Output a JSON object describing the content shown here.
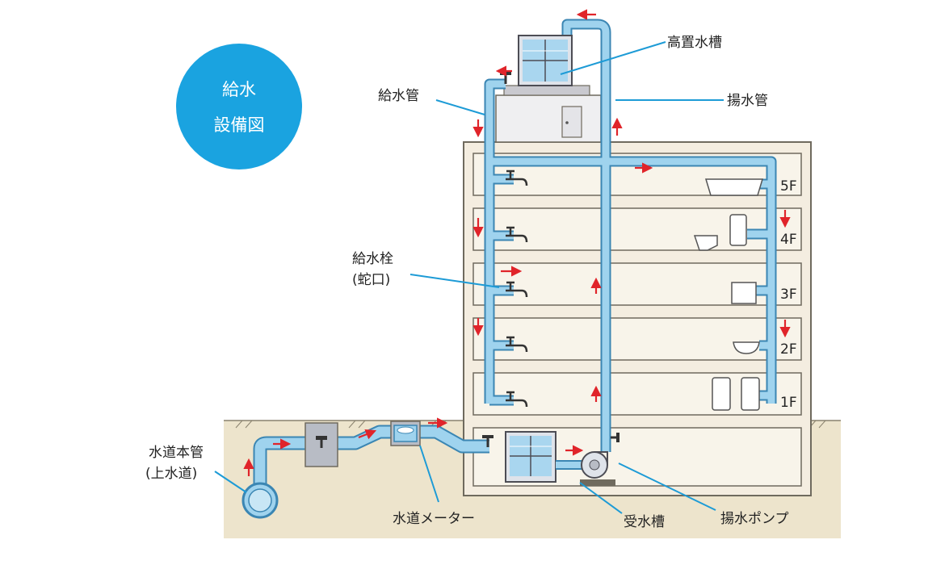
{
  "badge": {
    "line1": "給水",
    "line2": "設備図"
  },
  "labels": {
    "elevated_tank": "高置水槽",
    "supply_pipe": "給水管",
    "pumping_pipe": "揚水管",
    "faucet_line1": "給水栓",
    "faucet_line2": "(蛇口)",
    "main_line1": "水道本管",
    "main_line2": "(上水道)",
    "meter": "水道メーター",
    "receiving_tank": "受水槽",
    "pump": "揚水ポンプ"
  },
  "floors": [
    "5F",
    "4F",
    "3F",
    "2F",
    "1F"
  ],
  "colors": {
    "pipe": "#9fd3ee",
    "pipe_edge": "#3b86b3",
    "badge": "#1aa3e0",
    "ground": "#ede4cc",
    "building": "#f4ede0",
    "building_edge": "#6f6a5e",
    "arrow": "#e0242a",
    "leader": "#1d9bd6"
  }
}
